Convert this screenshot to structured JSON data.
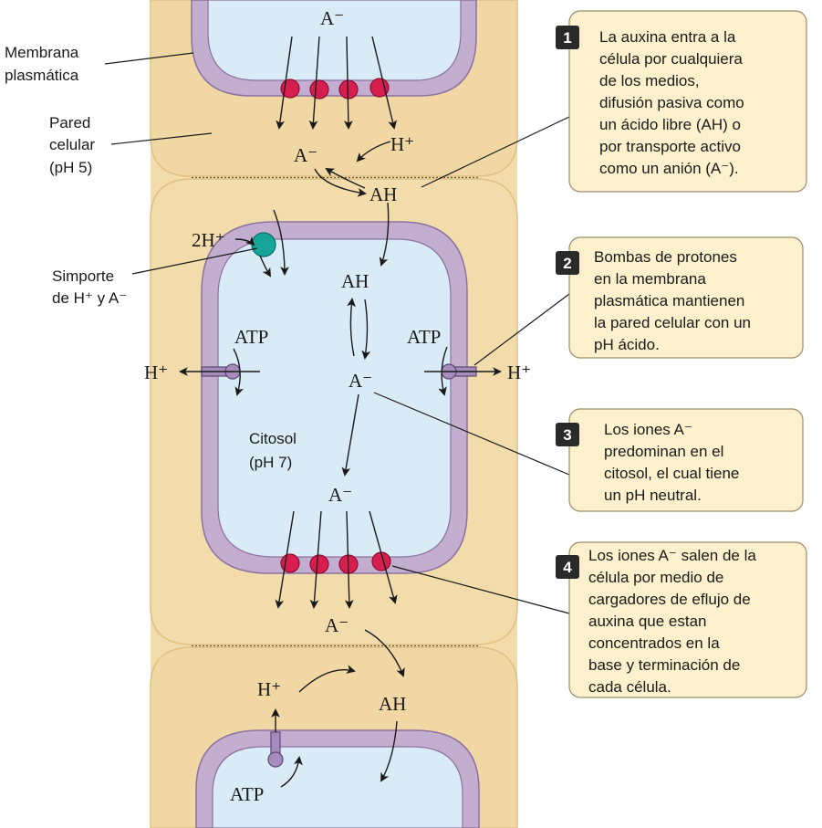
{
  "labels": {
    "membrane_line1": "Membrana",
    "membrane_line2": "plasmática",
    "wall_line1": "Pared",
    "wall_line2": "celular",
    "wall_line3": "(pH 5)",
    "symport_line1": "Simporte",
    "symport_line2": "de H⁺ y A⁻",
    "cytosol_line1": "Citosol",
    "cytosol_line2": "(pH 7)"
  },
  "chem": {
    "a_minus": "A⁻",
    "ah": "AH",
    "h_plus": "H⁺",
    "two_h_plus": "2H⁺",
    "atp": "ATP"
  },
  "callouts": [
    {
      "number": "1",
      "lines": [
        "La auxina entra a la",
        "célula por cualquiera",
        "de los medios,",
        "difusión pasiva como",
        "un ácido libre (AH) o",
        "por transporte activo",
        "como un anión (A⁻)."
      ]
    },
    {
      "number": "2",
      "lines": [
        "Bombas de protones",
        "en la membrana",
        "plasmática mantienen",
        "la pared celular con un",
        "pH ácido."
      ]
    },
    {
      "number": "3",
      "lines": [
        "Los iones A⁻",
        "predominan en el",
        "citosol, el cual tiene",
        "un pH neutral."
      ]
    },
    {
      "number": "4",
      "lines": [
        "Los iones A⁻ salen de la",
        "célula por medio de",
        "cargadores de eflujo de",
        "auxina que estan",
        "concentrados en la",
        "base y terminación de",
        "cada célula."
      ]
    }
  ],
  "colors": {
    "wall": "#f3dcab",
    "wall_edge": "#e3c58a",
    "membrane": "#c3aed0",
    "membrane_edge": "#8c72a0",
    "cytosol": "#d9ebf6",
    "carrier": "#d81e4f",
    "symporter": "#17a59a",
    "callout_fill": "#fdf0cc",
    "callout_stroke": "#9a8c6a",
    "badge": "#2a2a2a"
  }
}
